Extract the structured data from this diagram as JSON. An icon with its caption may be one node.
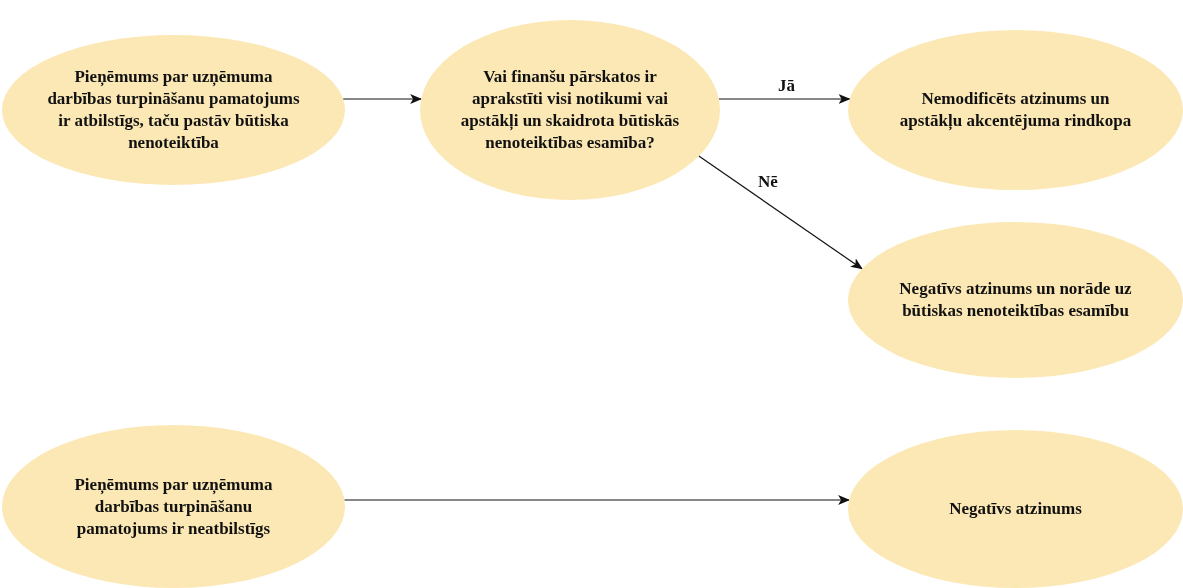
{
  "diagram": {
    "nodes": [
      {
        "text": [
          "Pieņēmums par uzņēmuma darbības turpināšanu pamatojums ir atbilstīgs, taču pastāv būtiska nenoteiktība"
        ]
      },
      {
        "text": [
          "Vai finanšu pārskatos ir aprakstīti visi notikumi vai apstākļi un skaidrota būtiskās nenoteiktības esamība?"
        ]
      },
      {
        "text": [
          "Nemodificēts atzinums un apstākļu akcentējuma rindkopa"
        ]
      },
      {
        "text": [
          "Negatīvs atzinums un norāde uz būtiskas nenoteiktības esamību"
        ]
      },
      {
        "text": [
          "Pieņēmums par uzņēmuma darbības turpināšanu pamatojums ir neatbilstīgs"
        ]
      },
      {
        "text": [
          "Negatīvs atzinums"
        ]
      }
    ],
    "edges": [
      {
        "from": 0,
        "to": 1,
        "arrow": "to"
      },
      {
        "from": 1,
        "to": 2,
        "arrow": "to",
        "label": "Jā"
      },
      {
        "from": 1,
        "to": 3,
        "arrow": "to",
        "label": "Nē"
      },
      {
        "from": 4,
        "to": 5,
        "arrow": "to"
      }
    ]
  }
}
